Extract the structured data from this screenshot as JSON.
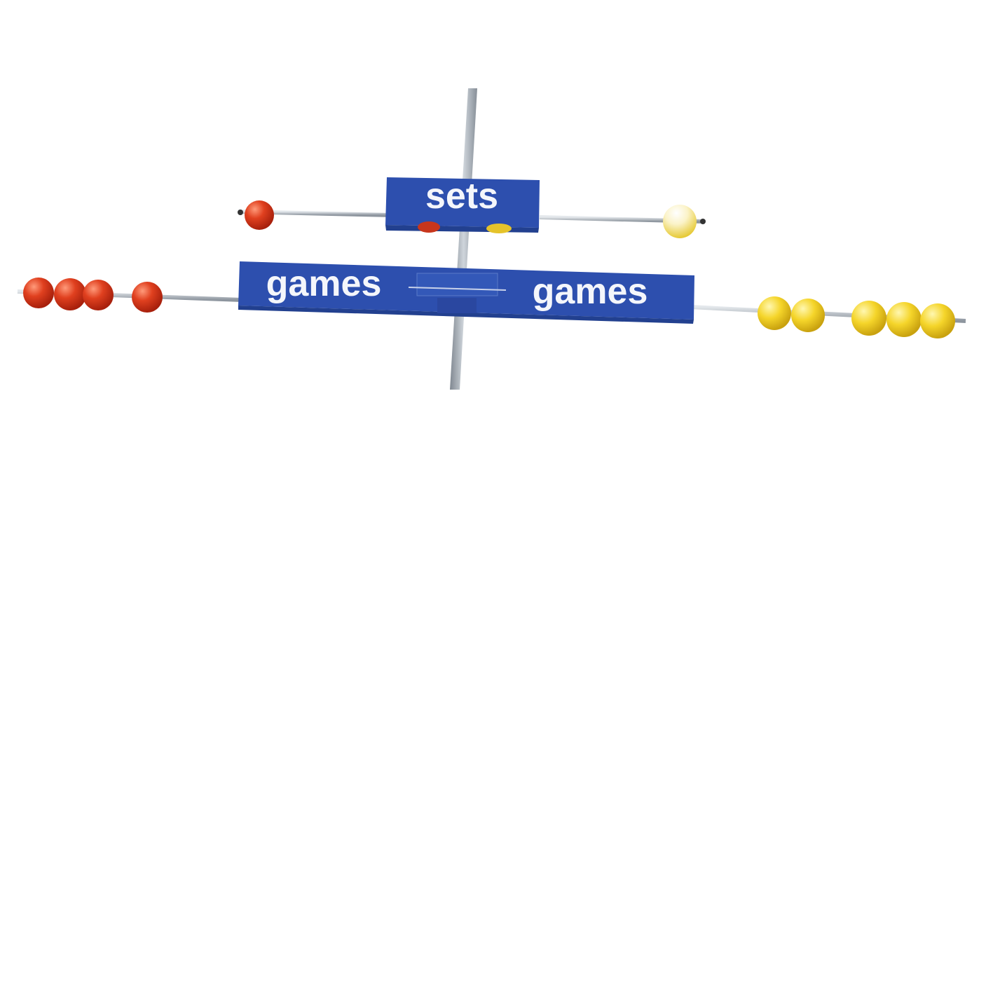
{
  "colors": {
    "background": "#ffffff",
    "board": "#2d4fae",
    "board_edge": "#22408f",
    "pole": "#a9b0b8",
    "rod": "#bfc5cc",
    "red_bead": "#d8371e",
    "yellow_bead": "#f2d22b",
    "label_text": "#f4f6fb"
  },
  "sets_board": {
    "label": "sets",
    "red_beads_counted": 1,
    "yellow_beads_counted": 1
  },
  "games_board": {
    "left_label": "games",
    "right_label": "games",
    "red_beads_counted": 4,
    "yellow_beads_counted": 5
  }
}
